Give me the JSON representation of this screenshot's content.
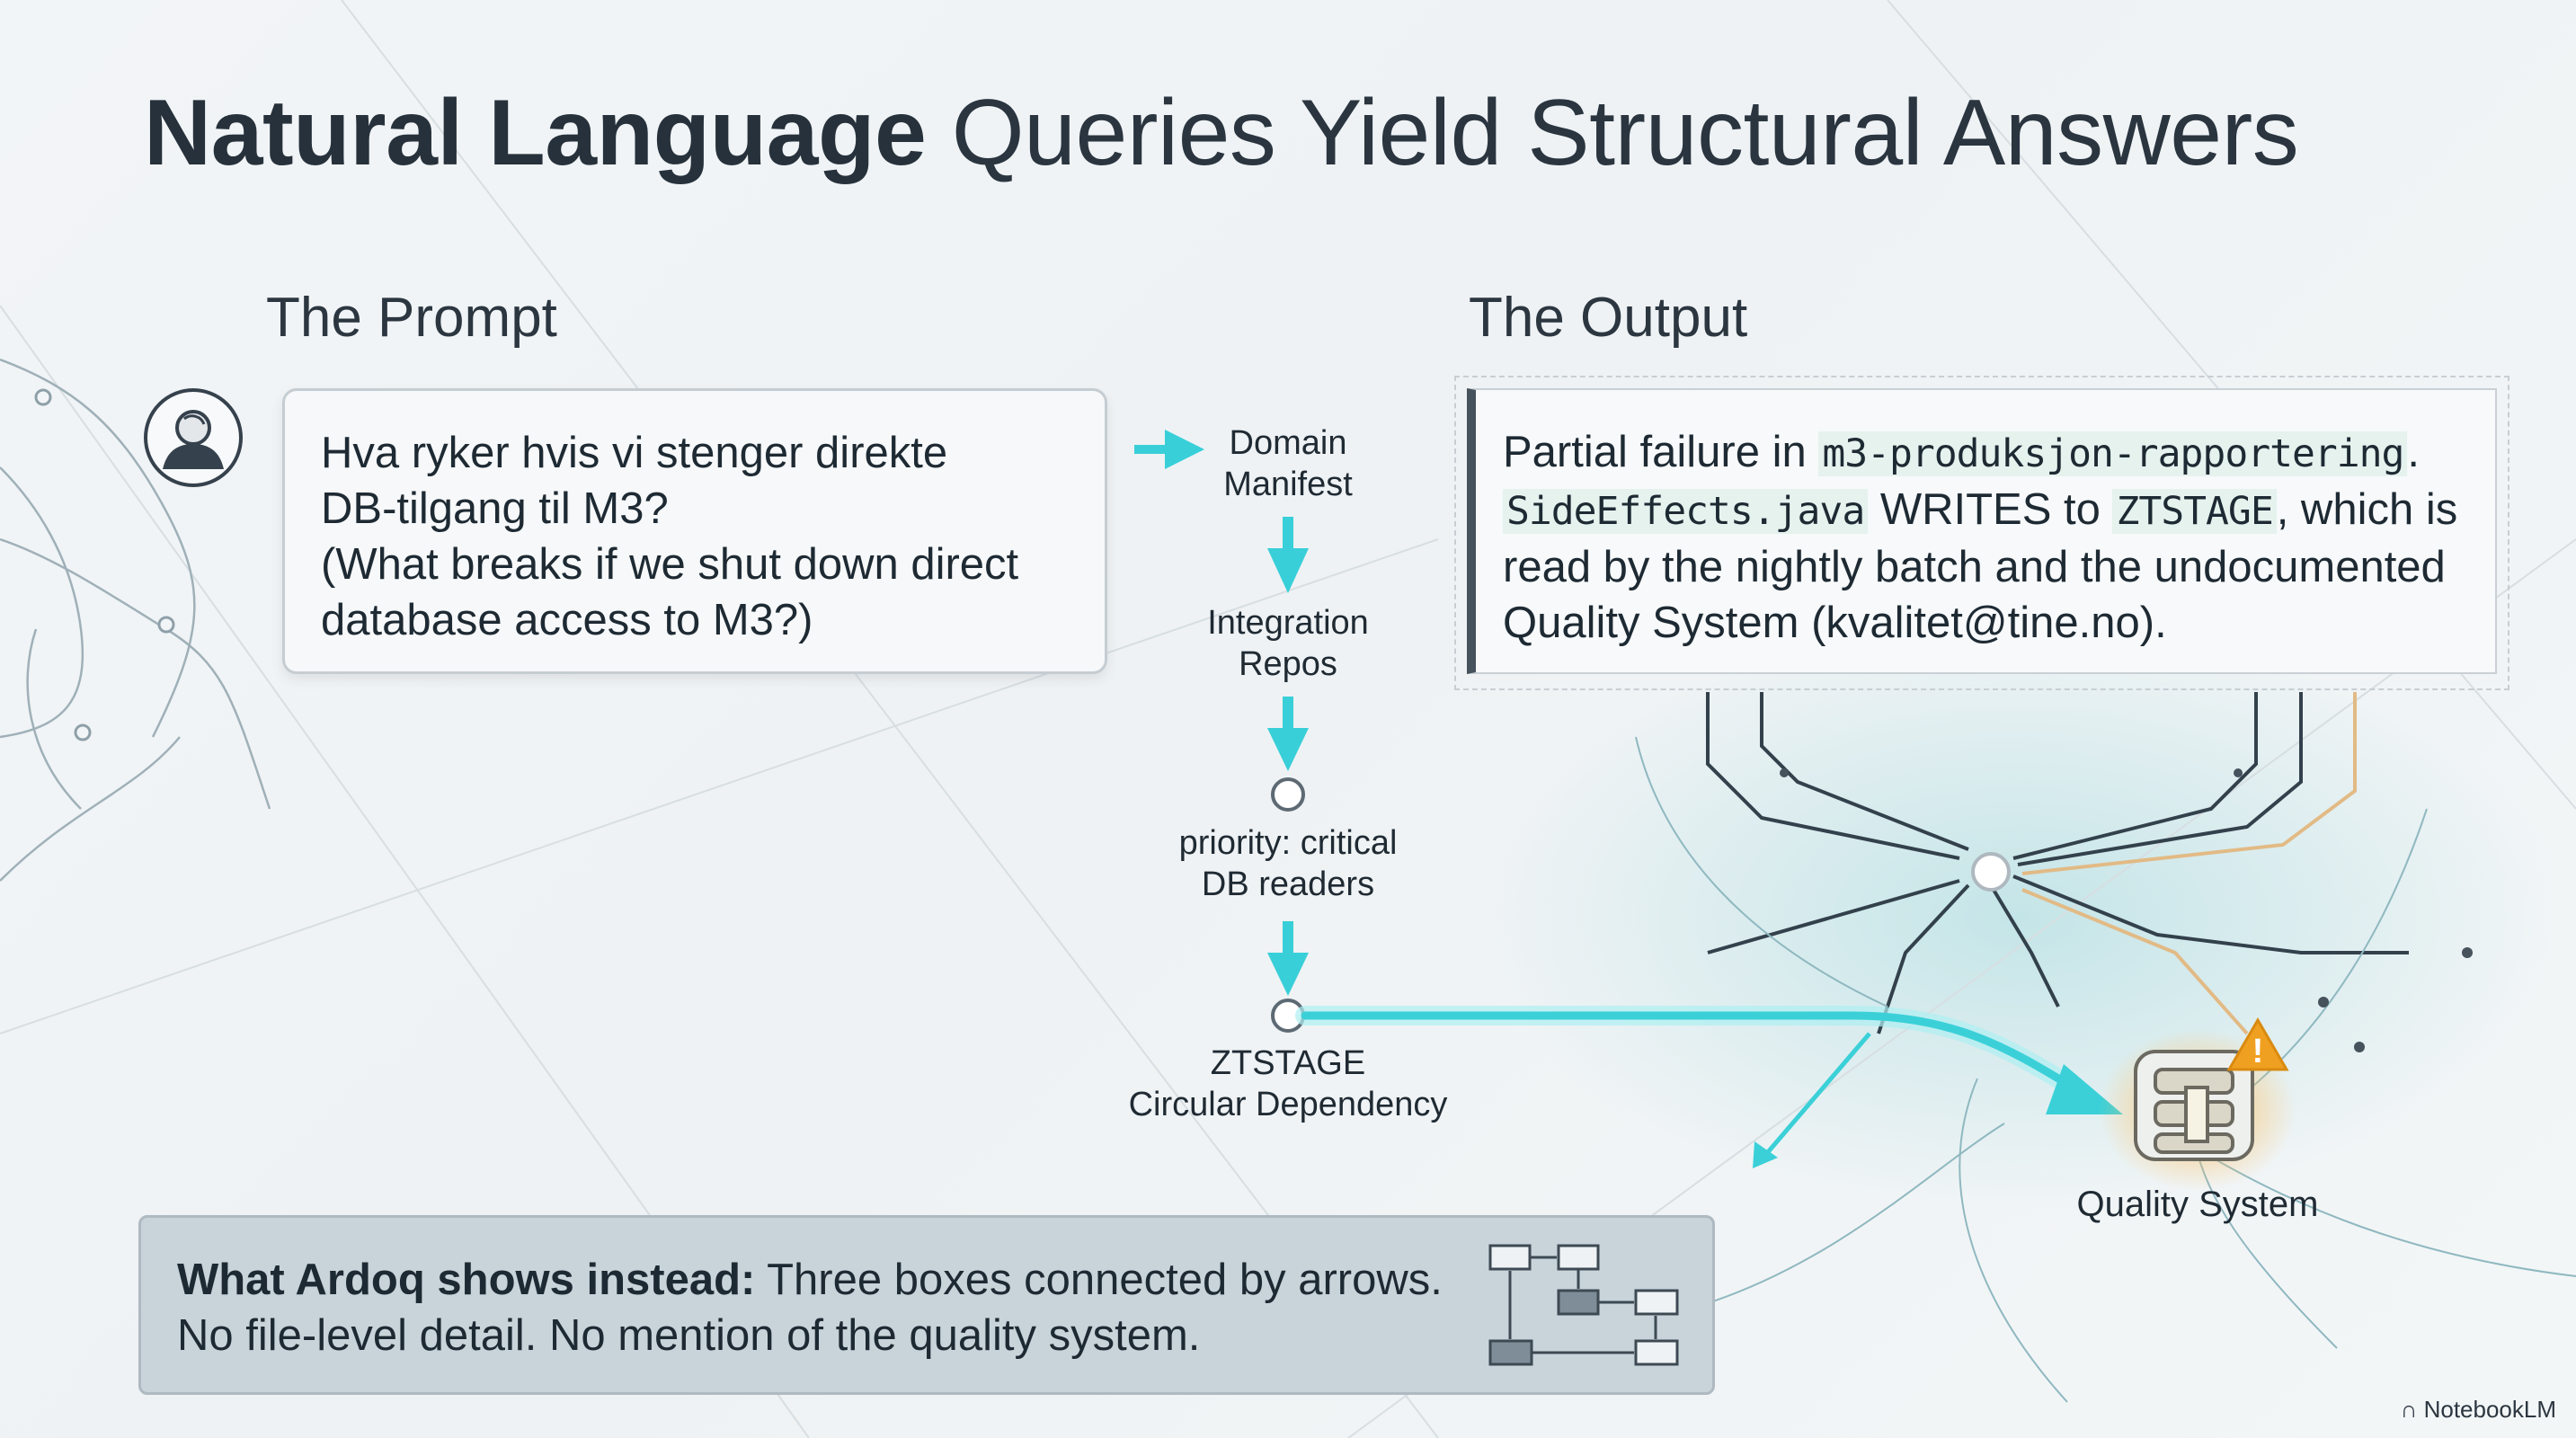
{
  "title": {
    "bold": "Natural Language",
    "rest": " Queries Yield Structural Answers"
  },
  "prompt_section": {
    "heading": "The Prompt",
    "lines": [
      "Hva ryker hvis vi stenger direkte",
      "DB-tilgang til M3?",
      "(What breaks if we shut down direct",
      "database access to M3?)"
    ]
  },
  "output_section": {
    "heading": "The Output",
    "line1_text": "Partial failure in ",
    "line1_code": "m3-produksjon-rapportering",
    "line1_end": ".",
    "line2_code": "SideEffects.java",
    "line2_mid": " WRITES to ",
    "line2_code2": "ZTSTAGE",
    "line2_end": ", which is",
    "line3": "read by the nightly batch and the undocumented",
    "line4": "Quality System (kvalitet@tine.no)."
  },
  "flow": {
    "step1": [
      "Domain",
      "Manifest"
    ],
    "step2": [
      "Integration",
      "Repos"
    ],
    "step3": [
      "priority: critical",
      "DB readers"
    ],
    "step4": [
      "ZTSTAGE",
      "Circular Dependency"
    ]
  },
  "target": {
    "label": "Quality System",
    "warning_glyph": "!"
  },
  "comparison": {
    "bold": "What Ardoq shows instead:",
    "rest": " Three boxes connected by arrows.",
    "line2": "No file-level detail. No mention of the quality system."
  },
  "branding": {
    "logo_text": "NotebookLM"
  },
  "colors": {
    "accent": "#38cfd8",
    "warning": "#f0a020",
    "text": "#1f2a33"
  }
}
